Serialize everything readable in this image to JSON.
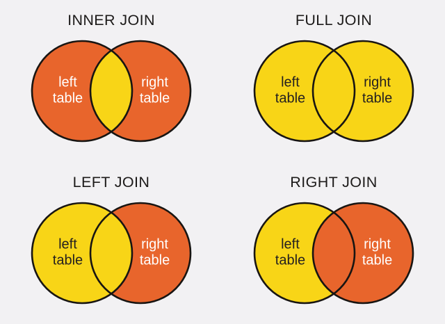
{
  "colors": {
    "background": "#F2F1F3",
    "orange": "#E8652C",
    "yellow": "#F8D517",
    "outline": "#181512",
    "title_text": "#1D1B1A",
    "label_dark": "#231F20",
    "label_light": "#FFFFFF"
  },
  "diagrams": [
    {
      "title": "INNER JOIN",
      "left_label": "left\ntable",
      "right_label": "right\ntable",
      "left_fill": "#E8652C",
      "right_fill": "#E8652C",
      "intersection_fill": "#F8D517",
      "left_label_color": "#FFFFFF",
      "right_label_color": "#FFFFFF"
    },
    {
      "title": "FULL JOIN",
      "left_label": "left\ntable",
      "right_label": "right\ntable",
      "left_fill": "#F8D517",
      "right_fill": "#F8D517",
      "intersection_fill": "#F8D517",
      "left_label_color": "#231F20",
      "right_label_color": "#231F20"
    },
    {
      "title": "LEFT JOIN",
      "left_label": "left\ntable",
      "right_label": "right\ntable",
      "left_fill": "#F8D517",
      "right_fill": "#E8652C",
      "intersection_fill": "#F8D517",
      "left_label_color": "#231F20",
      "right_label_color": "#FFFFFF"
    },
    {
      "title": "RIGHT JOIN",
      "left_label": "left\ntable",
      "right_label": "right\ntable",
      "left_fill": "#F8D517",
      "right_fill": "#E8652C",
      "intersection_fill": "#E8652C",
      "left_label_color": "#231F20",
      "right_label_color": "#FFFFFF"
    }
  ]
}
